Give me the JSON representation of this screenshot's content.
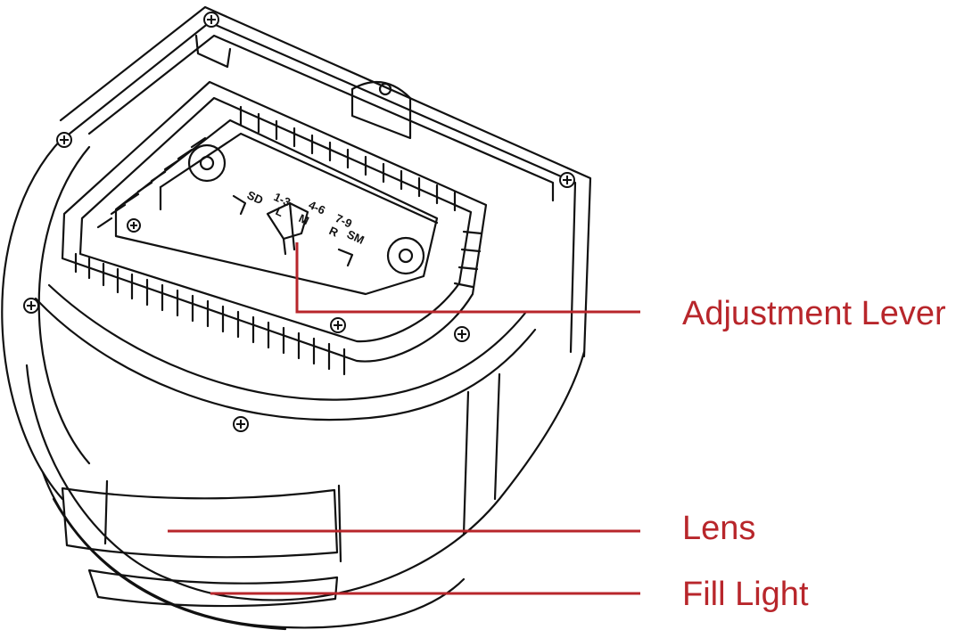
{
  "diagram": {
    "callouts": [
      {
        "id": "adjustment-lever",
        "label": "Adjustment Lever"
      },
      {
        "id": "lens",
        "label": "Lens"
      },
      {
        "id": "fill-light",
        "label": "Fill Light"
      }
    ],
    "lever_markings": [
      "SD",
      "1-3",
      "L",
      "4-6",
      "M",
      "7-9",
      "R",
      "SM"
    ]
  },
  "colors": {
    "callout": "#b8262b",
    "outline": "#111111"
  }
}
